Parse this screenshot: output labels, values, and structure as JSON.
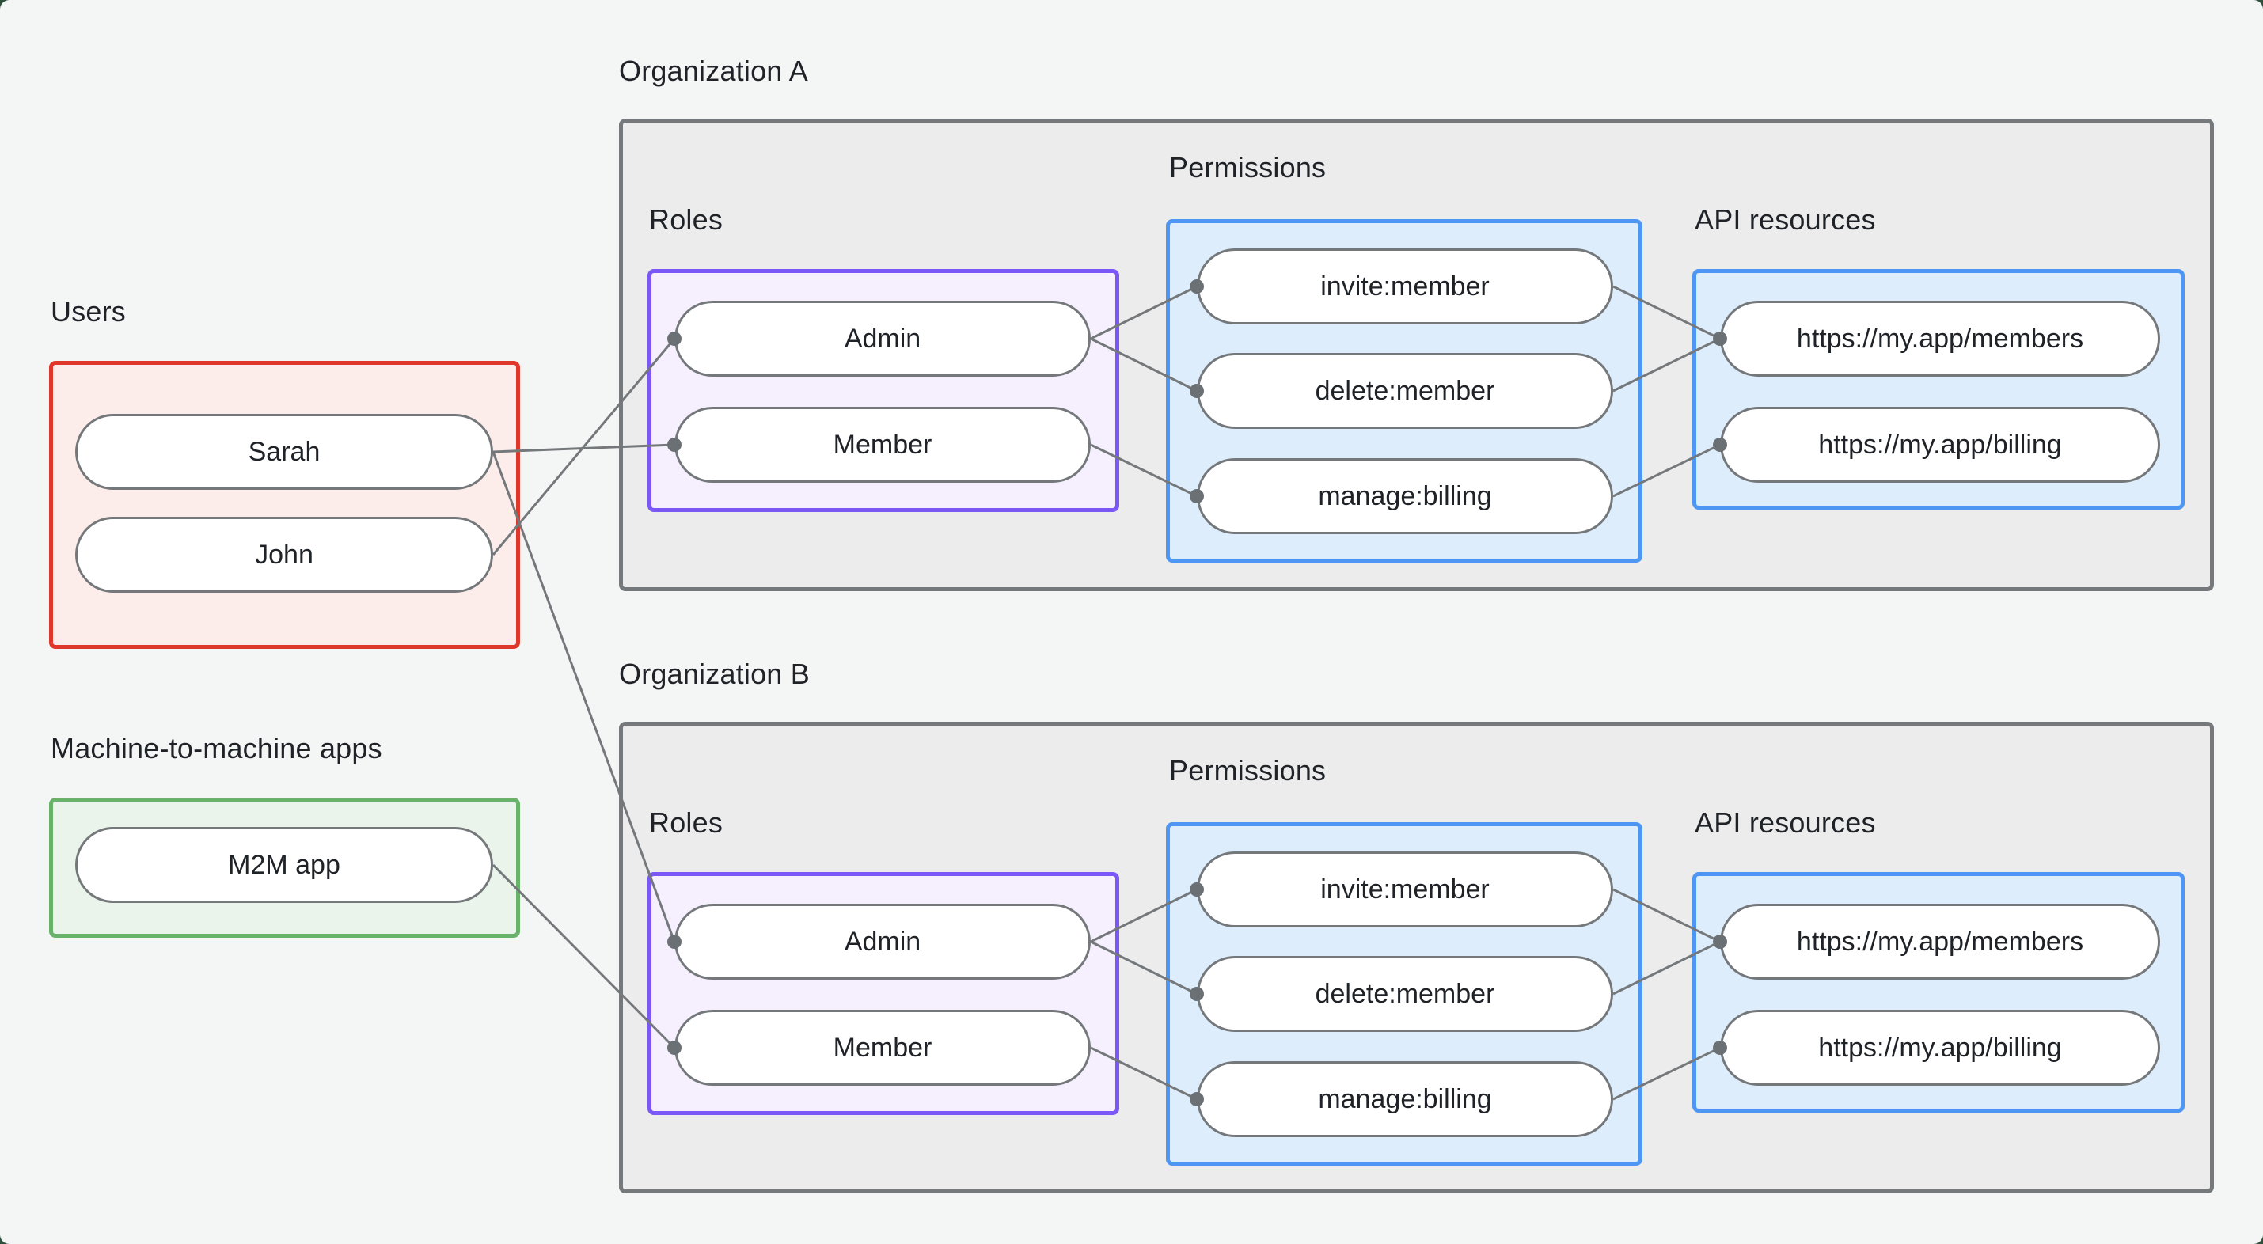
{
  "users": {
    "label": "Users",
    "items": [
      {
        "label": "Sarah"
      },
      {
        "label": "John"
      }
    ]
  },
  "m2m": {
    "label": "Machine-to-machine apps",
    "items": [
      {
        "label": "M2M app"
      }
    ]
  },
  "org_a": {
    "title": "Organization A",
    "roles_label": "Roles",
    "permissions_label": "Permissions",
    "api_label": "API resources",
    "roles": [
      {
        "label": "Admin"
      },
      {
        "label": "Member"
      }
    ],
    "permissions": [
      {
        "label": "invite:member"
      },
      {
        "label": "delete:member"
      },
      {
        "label": "manage:billing"
      }
    ],
    "api_resources": [
      {
        "label": "https://my.app/members"
      },
      {
        "label": "https://my.app/billing"
      }
    ]
  },
  "org_b": {
    "title": "Organization B",
    "roles_label": "Roles",
    "permissions_label": "Permissions",
    "api_label": "API resources",
    "roles": [
      {
        "label": "Admin"
      },
      {
        "label": "Member"
      }
    ],
    "permissions": [
      {
        "label": "invite:member"
      },
      {
        "label": "delete:member"
      },
      {
        "label": "manage:billing"
      }
    ],
    "api_resources": [
      {
        "label": "https://my.app/members"
      },
      {
        "label": "https://my.app/billing"
      }
    ]
  },
  "connections": [
    {
      "from": "users.Sarah",
      "to": "org_a.Member"
    },
    {
      "from": "users.John",
      "to": "org_a.Admin"
    },
    {
      "from": "users.Sarah",
      "to": "org_b.Admin"
    },
    {
      "from": "m2m.M2M app",
      "to": "org_b.Member"
    },
    {
      "from": "org_a.Admin",
      "to": "org_a.invite:member"
    },
    {
      "from": "org_a.Admin",
      "to": "org_a.delete:member"
    },
    {
      "from": "org_a.Member",
      "to": "org_a.manage:billing"
    },
    {
      "from": "org_a.invite:member",
      "to": "org_a.https://my.app/members"
    },
    {
      "from": "org_a.delete:member",
      "to": "org_a.https://my.app/members"
    },
    {
      "from": "org_a.manage:billing",
      "to": "org_a.https://my.app/billing"
    },
    {
      "from": "org_b.Admin",
      "to": "org_b.invite:member"
    },
    {
      "from": "org_b.Admin",
      "to": "org_b.delete:member"
    },
    {
      "from": "org_b.Member",
      "to": "org_b.manage:billing"
    },
    {
      "from": "org_b.invite:member",
      "to": "org_b.https://my.app/members"
    },
    {
      "from": "org_b.delete:member",
      "to": "org_b.https://my.app/members"
    },
    {
      "from": "org_b.manage:billing",
      "to": "org_b.https://my.app/billing"
    }
  ],
  "colors": {
    "page_background": "#f4f6f5",
    "users_border": "#de382c",
    "users_fill": "#fcecea",
    "m2m_border": "#68b369",
    "m2m_fill": "#eaf4ea",
    "org_border": "#75797c",
    "org_fill": "#ececec",
    "roles_border": "#7a57f6",
    "roles_fill": "#f5effe",
    "blue_border": "#4e96f4",
    "blue_fill": "#ddedfb",
    "node_border": "#74787b",
    "wire": "#74787b",
    "dot": "#6a7074",
    "text": "#1f2328"
  }
}
